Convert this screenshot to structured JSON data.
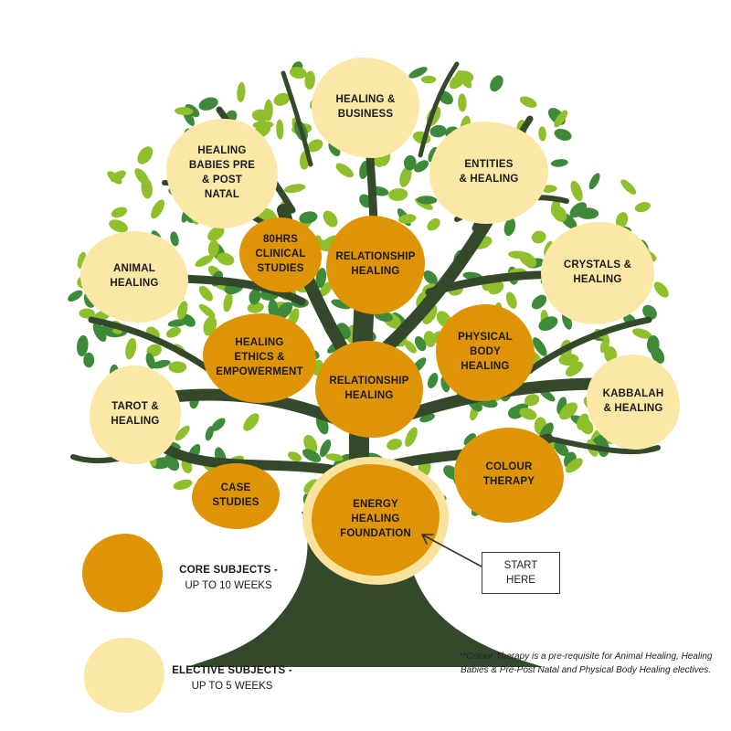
{
  "colors": {
    "trunk": "#34492c",
    "leaf_light": "#8fbf2a",
    "leaf_dark": "#3f8a3a",
    "core": "#df9406",
    "elective": "#fbe8a6",
    "start_ring": "#f8e29c"
  },
  "electives": [
    {
      "id": "healing-business",
      "label": "HEALING &\nBUSINESS"
    },
    {
      "id": "healing-babies",
      "label": "HEALING\nBABIES PRE\n& POST\nNATAL"
    },
    {
      "id": "entities-healing",
      "label": "ENTITIES\n& HEALING"
    },
    {
      "id": "animal-healing",
      "label": "ANIMAL\nHEALING"
    },
    {
      "id": "crystals-healing",
      "label": "CRYSTALS &\nHEALING"
    },
    {
      "id": "tarot-healing",
      "label": "TAROT &\nHEALING"
    },
    {
      "id": "kabbalah-healing",
      "label": "KABBALAH\n& HEALING"
    }
  ],
  "core": [
    {
      "id": "clinical-studies",
      "label": "80HRS\nCLINICAL\nSTUDIES"
    },
    {
      "id": "relationship-healing-upper",
      "label": "RELATIONSHIP\nHEALING"
    },
    {
      "id": "physical-body-healing",
      "label": "PHYSICAL\nBODY\nHEALING"
    },
    {
      "id": "healing-ethics",
      "label": "HEALING\nETHICS &\nEMPOWERMENT"
    },
    {
      "id": "relationship-healing-lower",
      "label": "RELATIONSHIP\nHEALING"
    },
    {
      "id": "colour-therapy",
      "label": "COLOUR\nTHERAPY"
    },
    {
      "id": "case-studies",
      "label": "CASE\nSTUDIES"
    },
    {
      "id": "energy-healing-foundation",
      "label": "ENERGY\nHEALING\nFOUNDATION"
    }
  ],
  "start": {
    "label": "START\nHERE"
  },
  "legend": {
    "core_title": "CORE SUBJECTS -",
    "core_duration": "UP TO 10 WEEKS",
    "elective_title": "ELECTIVE SUBJECTS -",
    "elective_duration": "UP TO 5 WEEKS"
  },
  "footnote": "**Colour Therapy is a pre-requisite for Animal Healing, Healing Babies & Pre-Post Natal and Physical Body Healing electives."
}
